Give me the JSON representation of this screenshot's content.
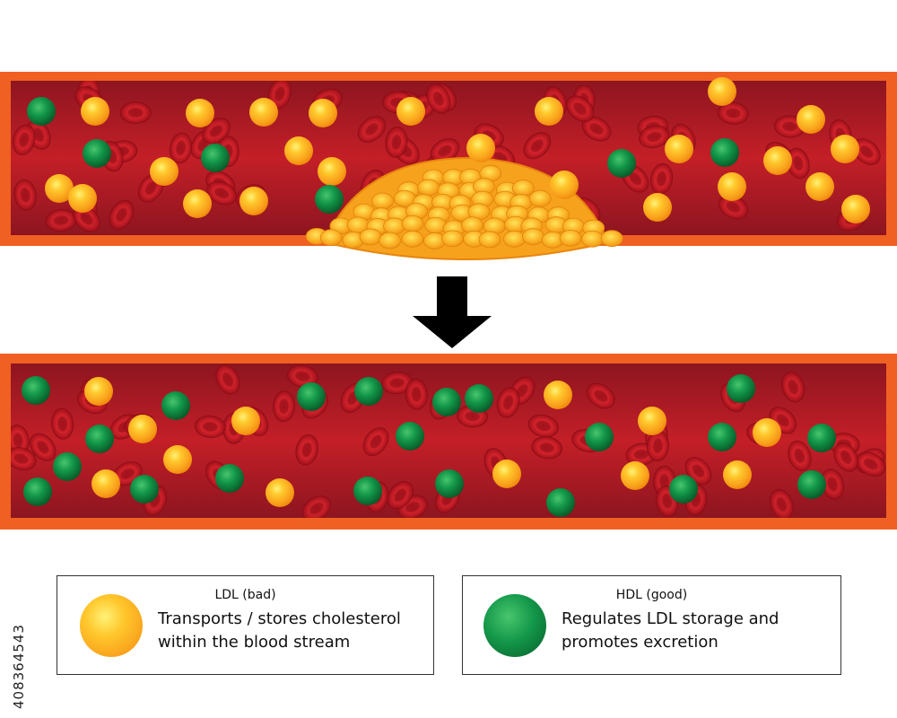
{
  "colors": {
    "vessel_wall": "#f06022",
    "blood": "#b11a24",
    "ldl": "#f9a11b",
    "hdl": "#0f8a3f",
    "arrow": "#000000"
  },
  "icons": [
    "ldl-particle-icon",
    "hdl-particle-icon",
    "red-blood-cell-icon",
    "down-arrow-icon",
    "plaque-icon"
  ],
  "legend": {
    "ldl": {
      "title": "LDL (bad)",
      "line1": "Transports / stores cholesterol",
      "line2": "within the blood stream"
    },
    "hdl": {
      "title": "HDL (good)",
      "line1": "Regulates LDL storage and",
      "line2": "promotes excretion"
    }
  },
  "watermark": "408364543"
}
